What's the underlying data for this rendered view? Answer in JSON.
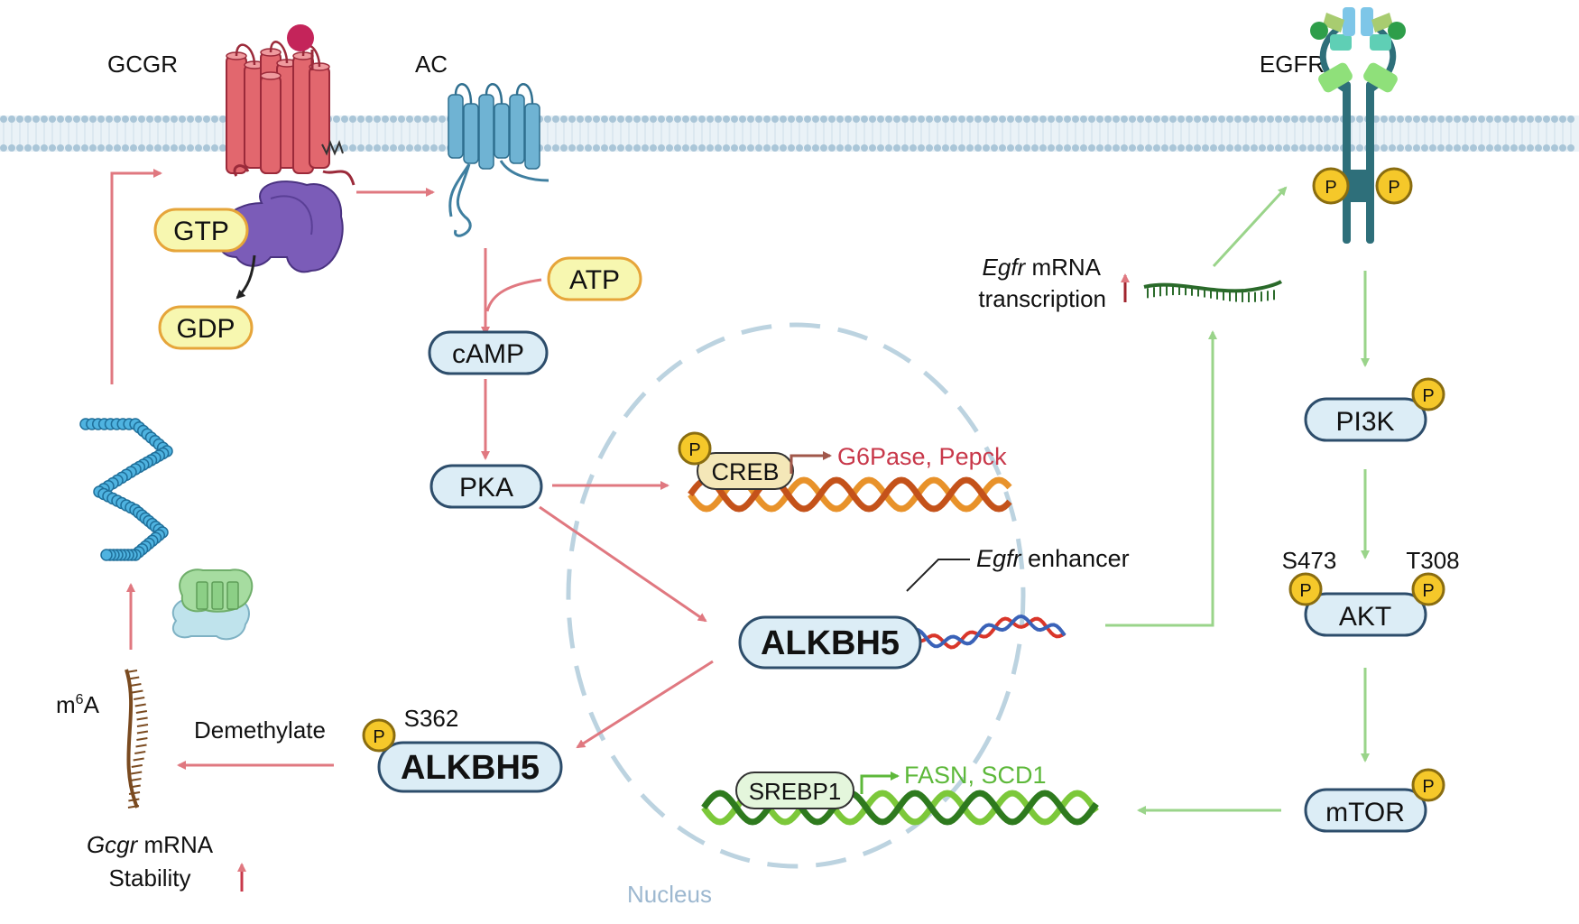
{
  "colors": {
    "red_arrow": "#e07880",
    "green_arrow": "#9ad48a",
    "blue_pill_fill": "#dcedf6",
    "blue_pill_stroke": "#2d4d6b",
    "yellow_pill_fill": "#f7f7b0",
    "yellow_pill_stroke": "#e6a53a",
    "p_fill": "#f5c82a",
    "p_stroke": "#8a6d10",
    "nucleus": "#bcd3e0",
    "red_text": "#c8384a",
    "green_text": "#5db83a",
    "membrane": "#aac6d8"
  },
  "icons": [
    "gcgr-receptor-icon",
    "adenylyl-cyclase-icon",
    "g-protein-icon",
    "egfr-receptor-icon",
    "ribosome-icon",
    "protein-chain-icon",
    "mrna-strand-icon",
    "dna-helix-icon",
    "up-arrow-icon"
  ],
  "labels": {
    "gcgr": "GCGR",
    "ac": "AC",
    "egfr": "EGFR",
    "gtp": "GTP",
    "gdp": "GDP",
    "atp": "ATP",
    "camp": "cAMP",
    "pka": "PKA",
    "creb": "CREB",
    "creb_targets": "G6Pase, Pepck",
    "egfr_enhancer_italic": "Egfr",
    "egfr_enhancer_rest": " enhancer",
    "alkbh5_nuclear": "ALKBH5",
    "alkbh5_cyto": "ALKBH5",
    "s362": "S362",
    "demethylate": "Demethylate",
    "m6a_base": "m",
    "m6a_sup": "6",
    "m6a_end": "A",
    "gcgr_mrna_italic": "Gcgr",
    "gcgr_mrna_rest": " mRNA",
    "stability": "Stability",
    "egfr_mrna_italic": "Egfr",
    "egfr_mrna_rest": " mRNA",
    "transcription": "transcription",
    "pi3k": "PI3K",
    "akt": "AKT",
    "s473": "S473",
    "t308": "T308",
    "mtor": "mTOR",
    "srebp1": "SREBP1",
    "srebp1_targets": "FASN, SCD1",
    "nucleus": "Nucleus",
    "p": "P"
  }
}
